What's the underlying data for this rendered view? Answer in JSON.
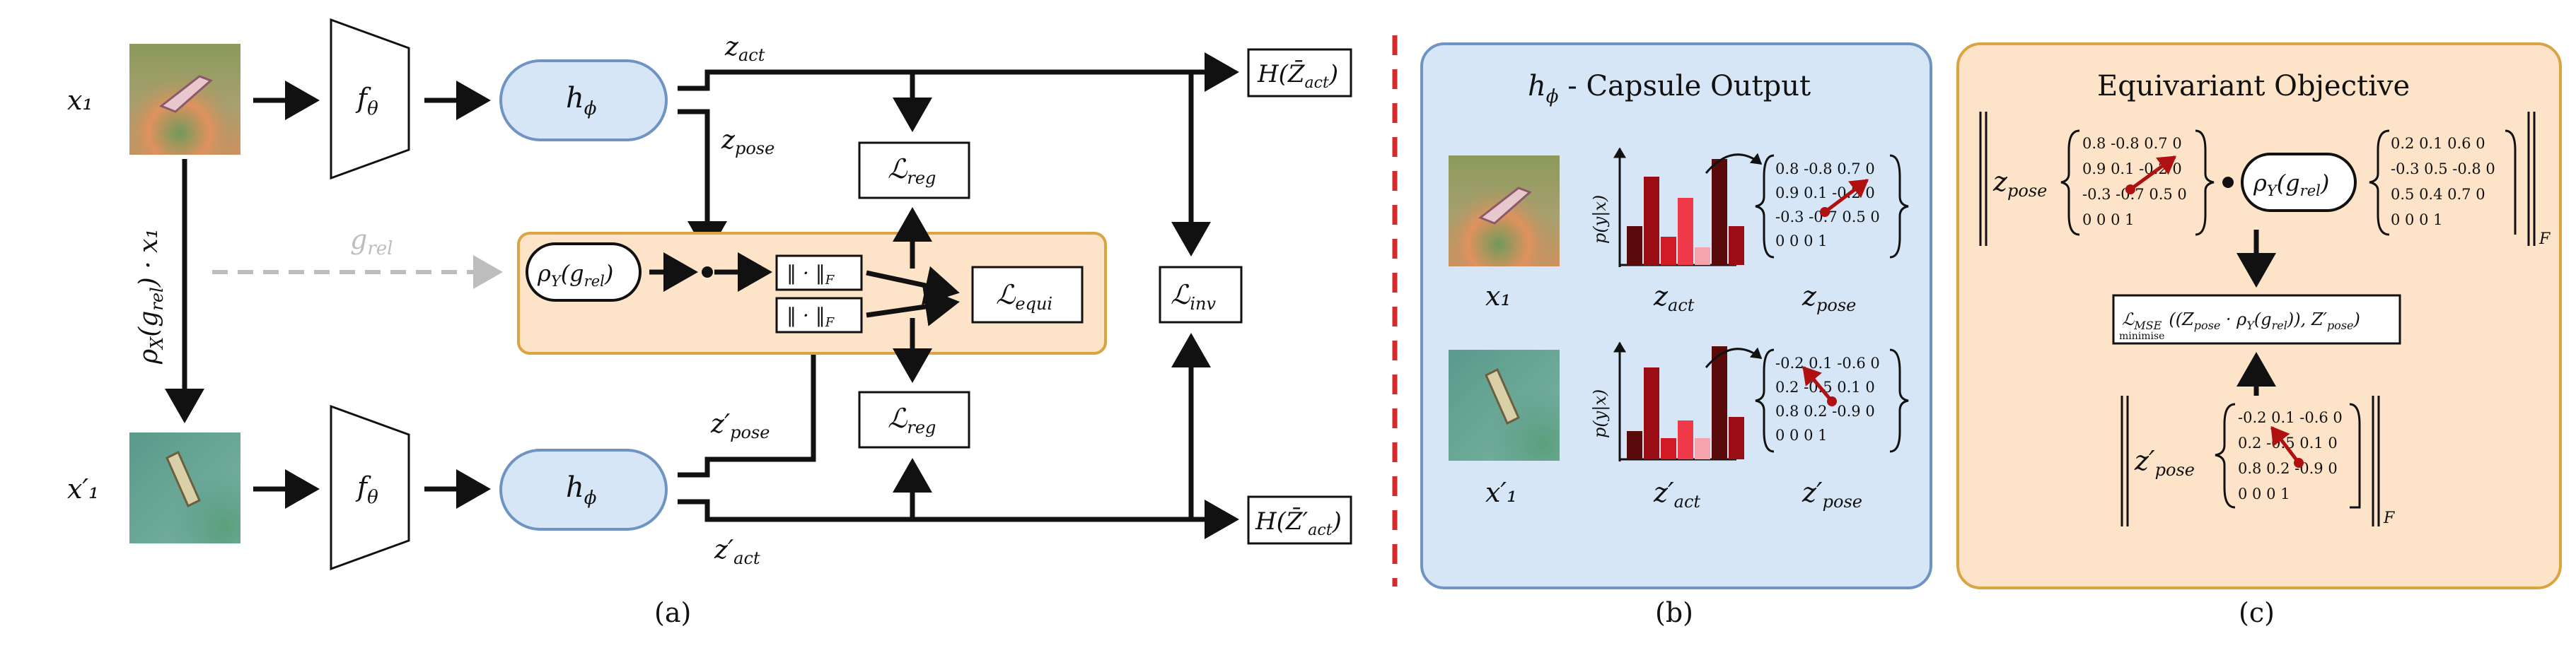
{
  "colors": {
    "blue_fill": "#d6e6f7",
    "blue_stroke": "#6f93c3",
    "orange_fill": "#fde4c8",
    "orange_stroke": "#d9a441",
    "red_dash": "#d42a2a",
    "grey_arrow": "#bdbdbd",
    "matrix_arrow": "#b01010"
  },
  "panel_a": {
    "x1": "x₁",
    "x1p": "x′₁",
    "f_theta": "f",
    "f_theta_sub": "θ",
    "h_phi": "h",
    "h_phi_sub": "ϕ",
    "z_act": "z",
    "z_act_sub": "act",
    "z_pose": "z",
    "z_pose_sub": "pose",
    "zp_pose": "z′",
    "zp_pose_sub": "pose",
    "zp_act": "z′",
    "zp_act_sub": "act",
    "H_act": "H(Z̄",
    "H_act_sub": "act",
    "H_act_close": ")",
    "Hp_act": "H(Z̄′",
    "Hp_act_sub": "act",
    "Hp_act_close": ")",
    "L": "ℒ",
    "L_reg_sub": "reg",
    "L_equi_sub": "equi",
    "L_inv_sub": "inv",
    "rho_Y": "ρ",
    "rho_Y_sub": "Y",
    "rho_Y_arg": "(g",
    "rho_Y_arg_sub": "rel",
    "rho_Y_close": ")",
    "norm_F": "‖ · ‖",
    "norm_F_sub": "F",
    "g_rel": "g",
    "g_rel_sub": "rel",
    "rho_X": "ρ",
    "rho_X_sub": "X",
    "rho_X_arg": "(g",
    "rho_X_arg_sub": "rel",
    "rho_X_tail": ") · x₁",
    "caption": "(a)"
  },
  "panel_b": {
    "title_h": "h",
    "title_sub": "ϕ",
    "title_rest": " - Capsule Output",
    "x1": "x₁",
    "x1p": "x′₁",
    "z_act": "z",
    "z_act_sub": "act",
    "zp_act": "z′",
    "zp_act_sub": "act",
    "z_pose": "z",
    "z_pose_sub": "pose",
    "zp_pose": "z′",
    "zp_pose_sub": "pose",
    "y_axis": "p(y|x)",
    "matrix_top": [
      "0.8 -0.8  0.7  0",
      "0.9  0.1 -0.2  0",
      "-0.3 -0.7  0.5  0",
      "0    0    0    1"
    ],
    "matrix_bottom": [
      "-0.2  0.1 -0.6  0",
      "0.2 -0.5  0.1  0",
      "0.8  0.2 -0.9  0",
      "0    0    0    1"
    ],
    "caption": "(b)"
  },
  "panel_c": {
    "title": "Equivariant Objective",
    "z_pose": "z",
    "z_pose_sub": "pose",
    "zp_pose": "z′",
    "zp_pose_sub": "pose",
    "matrix_left": [
      "0.8 -0.8  0.7  0",
      "0.9  0.1 -0.2  0",
      "-0.3 -0.7  0.5  0",
      "0    0    0    1"
    ],
    "matrix_right": [
      "0.2  0.1  0.6  0",
      "-0.3  0.5 -0.8  0",
      "0.5  0.4  0.7  0",
      "0    0    0    1"
    ],
    "matrix_bottom": [
      "-0.2  0.1 -0.6  0",
      "0.2 -0.5  0.1  0",
      "0.8  0.2 -0.9  0",
      "0    0    0    1"
    ],
    "rho_Y": "ρ",
    "rho_Y_sub": "Y",
    "rho_Y_arg": "(g",
    "rho_Y_arg_sub": "rel",
    "rho_Y_close": ")",
    "loss_L": "ℒ",
    "loss_sub": "MSE",
    "loss_under": "minimise",
    "loss_body": "((Z",
    "loss_body_sub": "pose",
    "loss_body_mid": " · ρ",
    "loss_body_mid_sub": "Y",
    "loss_body_tail": "(g",
    "loss_body_tail_sub": "rel",
    "loss_body_end": ")), Z′",
    "loss_end_sub": "pose",
    "loss_close": ")",
    "norm_sub": "F",
    "caption": "(c)"
  }
}
